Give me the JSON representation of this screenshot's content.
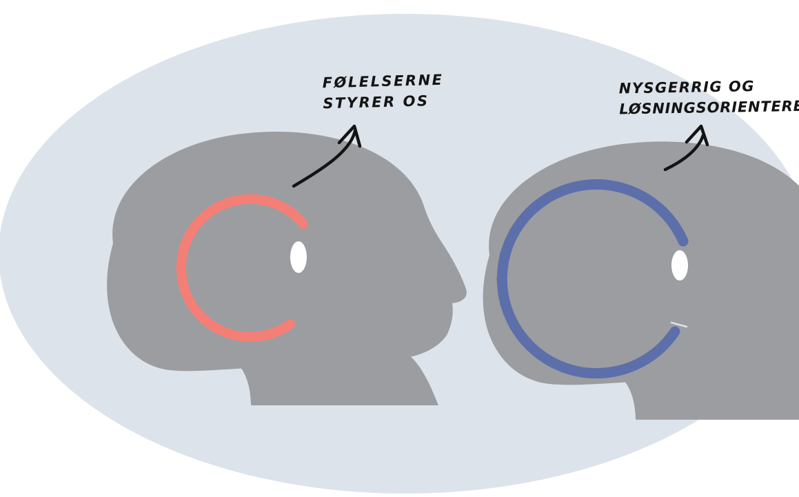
{
  "colors": {
    "background": "#ffffff",
    "ellipse": "#dde3ea",
    "head": "#9c9da0",
    "eye": "#ffffff",
    "emotion_ring": "#f47f76",
    "curious_ring": "#5c6fab",
    "ink": "#141414"
  },
  "icons": {
    "left_arrow": "curved-arrow-icon",
    "right_arrow": "curved-arrow-icon"
  },
  "labels": {
    "left": {
      "line1": "FØLELSERNE",
      "line2": "STYRER OS"
    },
    "right": {
      "line1": "NYSGERRIG OG",
      "line2": "LØSNINGSORIENTERET"
    }
  }
}
